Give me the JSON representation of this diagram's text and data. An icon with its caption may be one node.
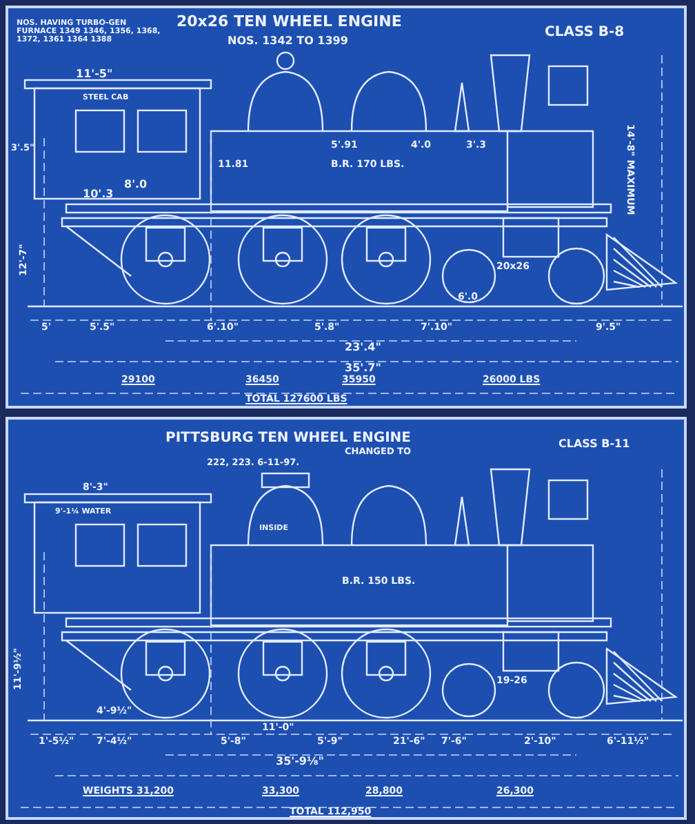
{
  "diagram": {
    "labels": [
      "NOS. HAVING TURBO-GEN FURNACE 1349 1346, 1356, 1368, 1372, 1361 1364 1388",
      "20x26 TEN WHEEL ENGINE",
      "NOS. 1342 TO 1399",
      "CLASS B-8",
      "11'-5\"",
      "STEEL CAB",
      "3'.5\"",
      "5'.91",
      "4'.0",
      "3'.3",
      "11.81",
      "B.R. 170 LBS.",
      "8'.0",
      "10'.3",
      "12'-7\"",
      "14'-8\" MAXIMUM",
      "6'.0",
      "20x26",
      "5'",
      "5'.5\"",
      "6'.10\"",
      "5'.8\"",
      "7'.10\"",
      "9'.5\"",
      "23'.4\"",
      "35'.7\"",
      "29100",
      "36450",
      "35950",
      "26000 LBS",
      "TOTAL 127600 LBS",
      "PITTSBURG TEN WHEEL ENGINE",
      "CHANGED TO",
      "222, 223. 6-11-97.",
      "CLASS B-11",
      "8'-3\"",
      "9'-1¼ WATER",
      "B.R. 150 LBS.",
      "11'-9½\"",
      "19-26",
      "4'-9½\"",
      "1'-5½\"",
      "7'-4½\"",
      "5'-8\"",
      "11'-0\"",
      "5'-9\"",
      "21'-6\"",
      "7'-6\"",
      "2'-10\"",
      "6'-11½\"",
      "35'-9⅛\"",
      "WEIGHTS 31,200",
      "33,300",
      "28,800",
      "26,300",
      "TOTAL 112,950",
      "INSIDE"
    ]
  }
}
